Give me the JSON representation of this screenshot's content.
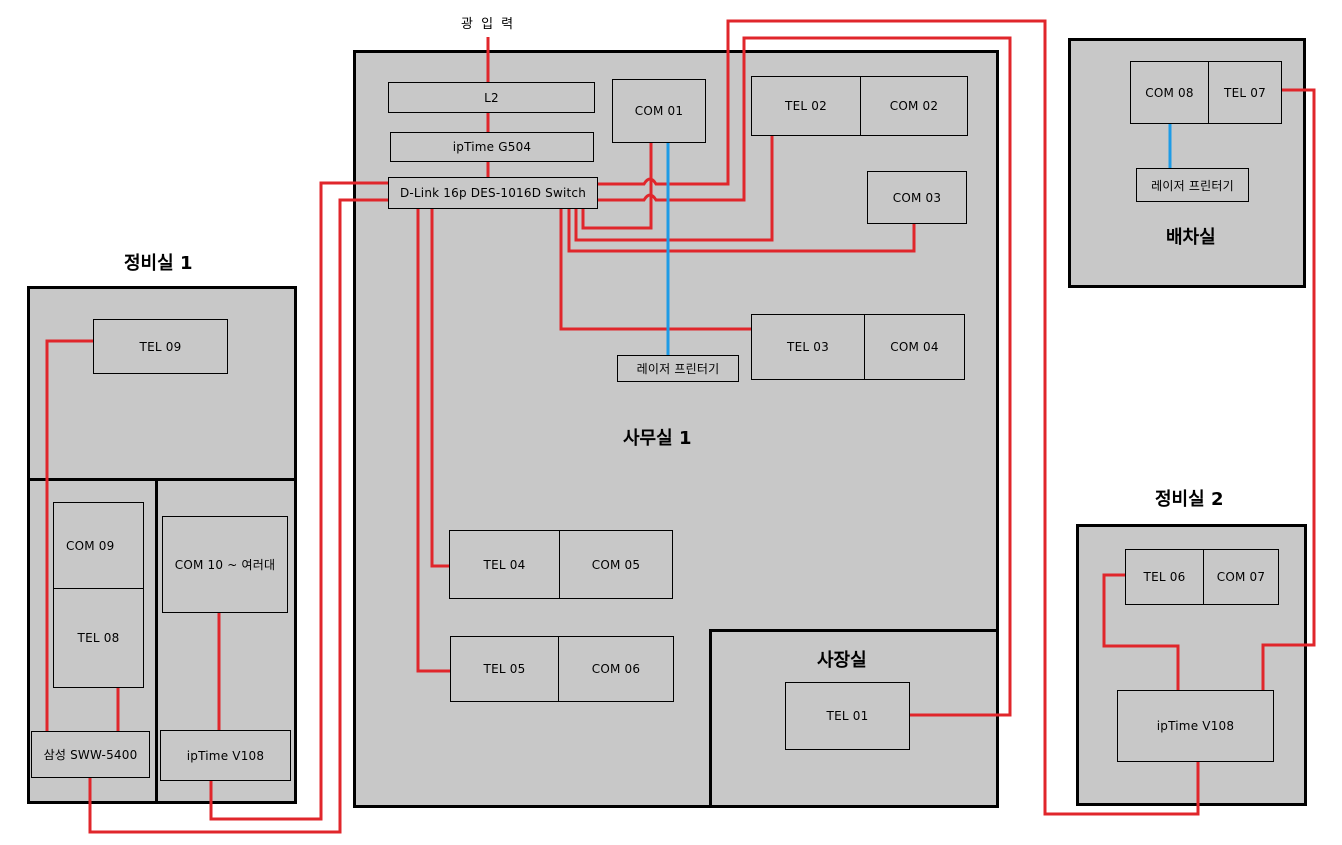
{
  "colors": {
    "room_fill": "#c8c8c8",
    "border": "#000000",
    "ethernet_cable": "#e0262b",
    "printer_cable": "#1e9be6",
    "background": "#ffffff"
  },
  "labels": {
    "fiber_input": "광 입 력",
    "office1": "사무실 1",
    "ceo_room": "사장실",
    "dispatch_room": "배차실",
    "maint1": "정비실 1",
    "maint2": "정비실 2"
  },
  "devices": {
    "l2": "L2",
    "iptime_g504": "ipTime G504",
    "dlink_switch": "D-Link 16p DES-1016D Switch",
    "com01": "COM 01",
    "tel02": "TEL 02",
    "com02": "COM 02",
    "com03": "COM 03",
    "tel03": "TEL 03",
    "com04": "COM 04",
    "printer_office": "레이저 프린터기",
    "tel04": "TEL 04",
    "com05": "COM 05",
    "tel05": "TEL 05",
    "com06": "COM 06",
    "tel01": "TEL 01",
    "com08": "COM 08",
    "tel07": "TEL 07",
    "printer_dispatch": "레이저 프린터기",
    "tel06": "TEL 06",
    "com07": "COM 07",
    "iptime_v108_maint2": "ipTime V108",
    "tel09": "TEL 09",
    "com09": "COM 09",
    "tel08": "TEL 08",
    "com10": "COM 10 ~ 여러대",
    "samsung": "삼성 SWW-5400",
    "iptime_v108_maint1": "ipTime V108"
  }
}
